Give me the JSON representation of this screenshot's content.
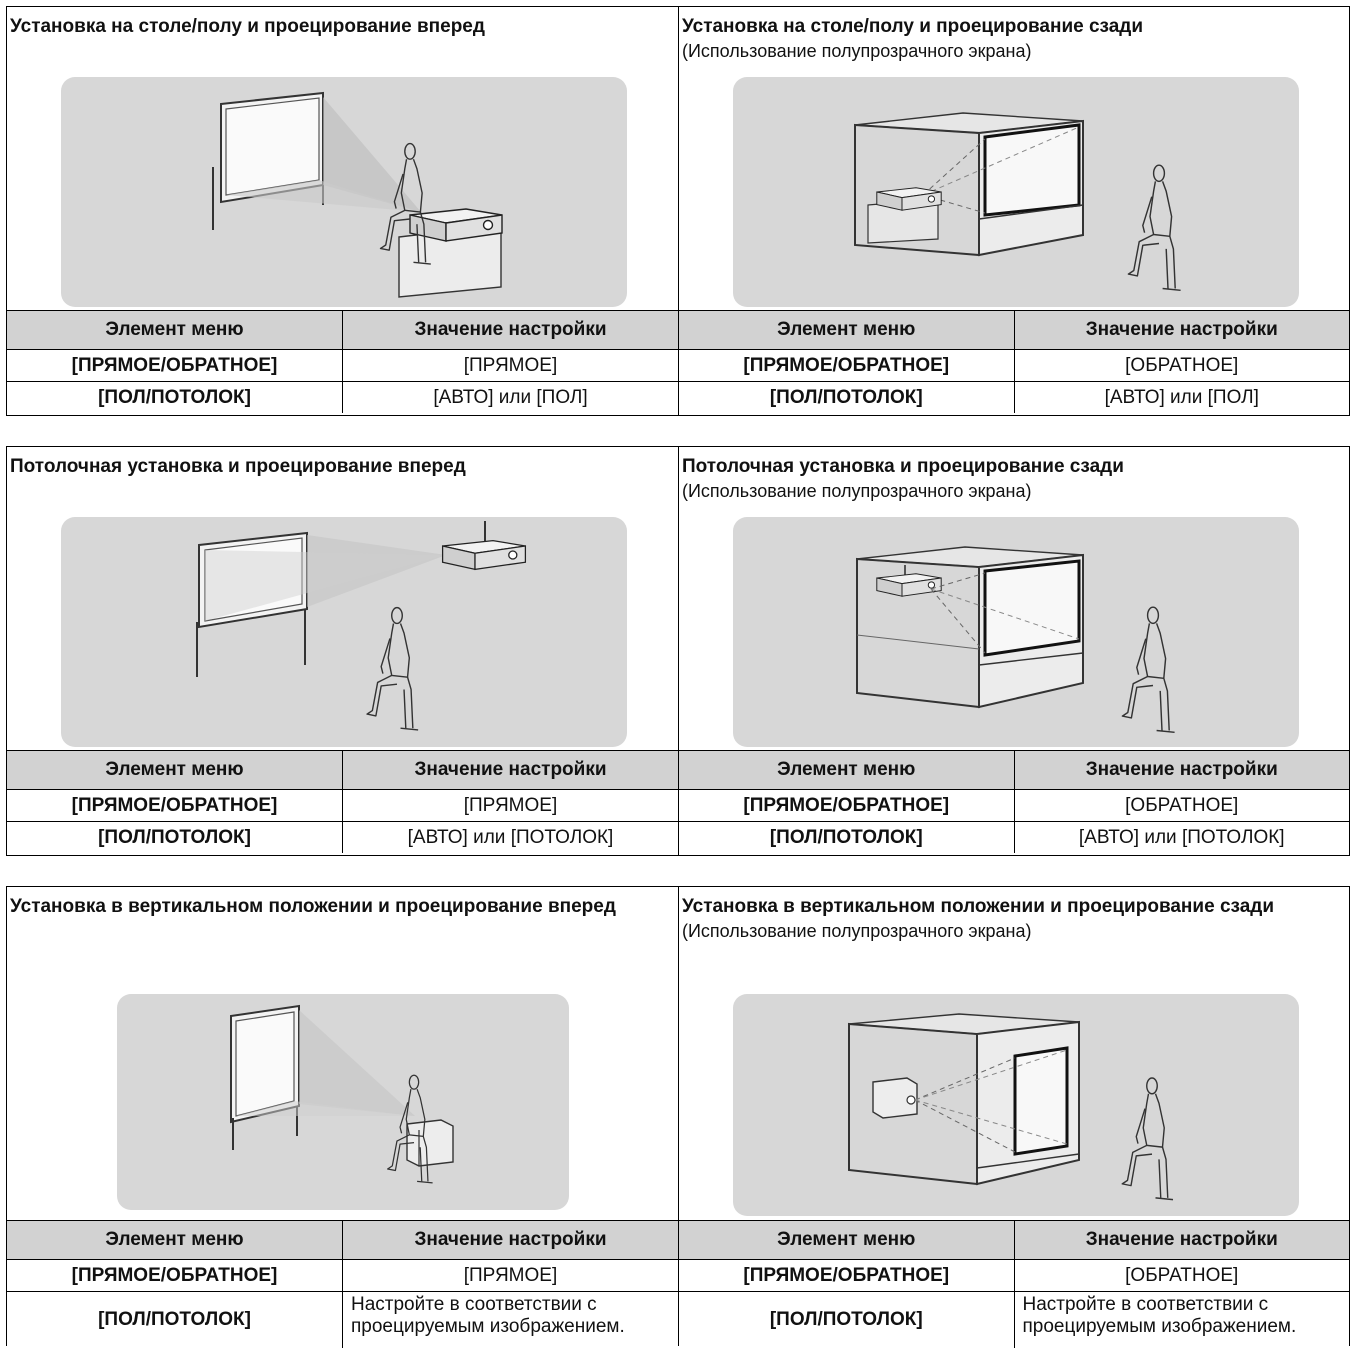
{
  "sections": [
    {
      "left": {
        "title": "Установка на столе/полу и проецирование вперед",
        "subtitle": "",
        "illustration": "projector-on-table-front-projection",
        "header": [
          "Элемент меню",
          "Значение настройки"
        ],
        "rows": [
          {
            "item": "[ПРЯМОЕ/ОБРАТНОЕ]",
            "value": "[ПРЯМОЕ]"
          },
          {
            "item": "[ПОЛ/ПОТОЛОК]",
            "value": "[АВТО] или [ПОЛ]"
          }
        ]
      },
      "right": {
        "title": "Установка на столе/полу и проецирование сзади",
        "subtitle": "(Использование полупрозрачного экрана)",
        "illustration": "projector-on-table-rear-projection",
        "header": [
          "Элемент меню",
          "Значение настройки"
        ],
        "rows": [
          {
            "item": "[ПРЯМОЕ/ОБРАТНОЕ]",
            "value": "[ОБРАТНОЕ]"
          },
          {
            "item": "[ПОЛ/ПОТОЛОК]",
            "value": "[АВТО] или [ПОЛ]"
          }
        ]
      }
    },
    {
      "left": {
        "title": "Потолочная установка и проецирование вперед",
        "subtitle": "",
        "illustration": "ceiling-mount-front-projection",
        "header": [
          "Элемент меню",
          "Значение настройки"
        ],
        "rows": [
          {
            "item": "[ПРЯМОЕ/ОБРАТНОЕ]",
            "value": "[ПРЯМОЕ]"
          },
          {
            "item": "[ПОЛ/ПОТОЛОК]",
            "value": "[АВТО] или [ПОТОЛОК]"
          }
        ]
      },
      "right": {
        "title": "Потолочная установка и проецирование сзади",
        "subtitle": "(Использование полупрозрачного экрана)",
        "illustration": "ceiling-mount-rear-projection",
        "header": [
          "Элемент меню",
          "Значение настройки"
        ],
        "rows": [
          {
            "item": "[ПРЯМОЕ/ОБРАТНОЕ]",
            "value": "[ОБРАТНОЕ]"
          },
          {
            "item": "[ПОЛ/ПОТОЛОК]",
            "value": "[АВТО] или [ПОТОЛОК]"
          }
        ]
      }
    },
    {
      "left": {
        "title": "Установка в вертикальном положении и проецирование вперед",
        "subtitle": "",
        "illustration": "vertical-position-front-projection",
        "header": [
          "Элемент меню",
          "Значение настройки"
        ],
        "rows": [
          {
            "item": "[ПРЯМОЕ/ОБРАТНОЕ]",
            "value": "[ПРЯМОЕ]"
          },
          {
            "item": "[ПОЛ/ПОТОЛОК]",
            "value": "Настройте в соответствии с проецируемым изображением."
          }
        ]
      },
      "right": {
        "title": "Установка в вертикальном положении и проецирование сзади",
        "subtitle": "(Использование полупрозрачного экрана)",
        "illustration": "vertical-position-rear-projection",
        "header": [
          "Элемент меню",
          "Значение настройки"
        ],
        "rows": [
          {
            "item": "[ПРЯМОЕ/ОБРАТНОЕ]",
            "value": "[ОБРАТНОЕ]"
          },
          {
            "item": "[ПОЛ/ПОТОЛОК]",
            "value": "Настройте в соответствии с проецируемым изображением."
          }
        ]
      }
    }
  ]
}
